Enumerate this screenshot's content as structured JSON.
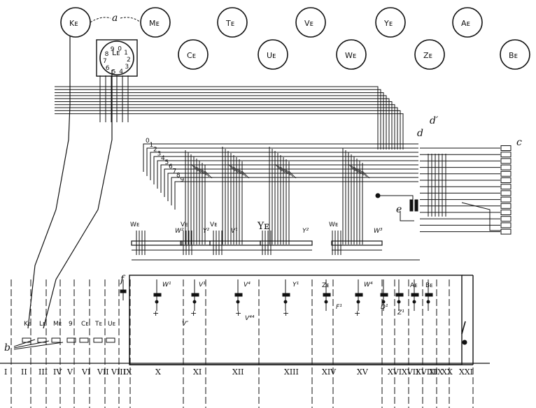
{
  "circles": [
    {
      "id": "ke",
      "label": "Kᴇ"
    },
    {
      "id": "me",
      "label": "Mᴇ"
    },
    {
      "id": "te",
      "label": "Tᴇ"
    },
    {
      "id": "ve",
      "label": "Vᴇ"
    },
    {
      "id": "ye",
      "label": "Yᴇ"
    },
    {
      "id": "ae",
      "label": "Aᴇ"
    },
    {
      "id": "ce",
      "label": "Cᴇ"
    },
    {
      "id": "ue",
      "label": "Uᴇ"
    },
    {
      "id": "we",
      "label": "Wᴇ"
    },
    {
      "id": "ze",
      "label": "Zᴇ"
    },
    {
      "id": "be",
      "label": "Bᴇ"
    }
  ],
  "dial": {
    "label": "Lᴇ",
    "digits": [
      "0",
      "1",
      "2",
      "3",
      "4",
      "5",
      "6",
      "7",
      "8",
      "9"
    ]
  },
  "letters": {
    "a": "a",
    "b": "b",
    "c": "c",
    "d": "d",
    "d_prime": "d′",
    "e": "e",
    "f": "f"
  },
  "wire_numbers": [
    "0",
    "1",
    "2",
    "3",
    "4",
    "5",
    "6",
    "7",
    "8",
    "9"
  ],
  "column_labels": [
    "Kᴇ",
    "Lᴇ",
    "Mᴇ",
    "9",
    "Cᴇ",
    "Tᴇ",
    "Uᴇ"
  ],
  "relay_labels": [
    "Zᴇ",
    "Aᴇ",
    "Bᴇ"
  ],
  "relay_marks": {
    "w1": "W¹",
    "v1": "V¹",
    "v4": "V⁴",
    "y1": "Y¹",
    "w4": "W⁴",
    "d1": "D¹",
    "z1": "Z¹",
    "f1": "F¹",
    "v2": "V″",
    "v44": "V⁴⁴"
  },
  "bus_labels": {
    "we1": "Wᴇ",
    "ve1": "Vᴇ",
    "ve2": "Vᴇ",
    "ye": "Yᴇ",
    "we2": "Wᴇ",
    "w2": "W²",
    "y2a": "Y²",
    "v1": "V¹",
    "y2b": "Y²",
    "w3": "W³"
  },
  "plus": "+",
  "roman": [
    "I",
    "II",
    "III",
    "IV",
    "V",
    "VI",
    "VII",
    "VIII",
    "IX",
    "X",
    "XI",
    "XII",
    "XIII",
    "XIV",
    "XV",
    "XVI",
    "XVII",
    "XVIII",
    "XIX",
    "XX",
    "XXI"
  ]
}
